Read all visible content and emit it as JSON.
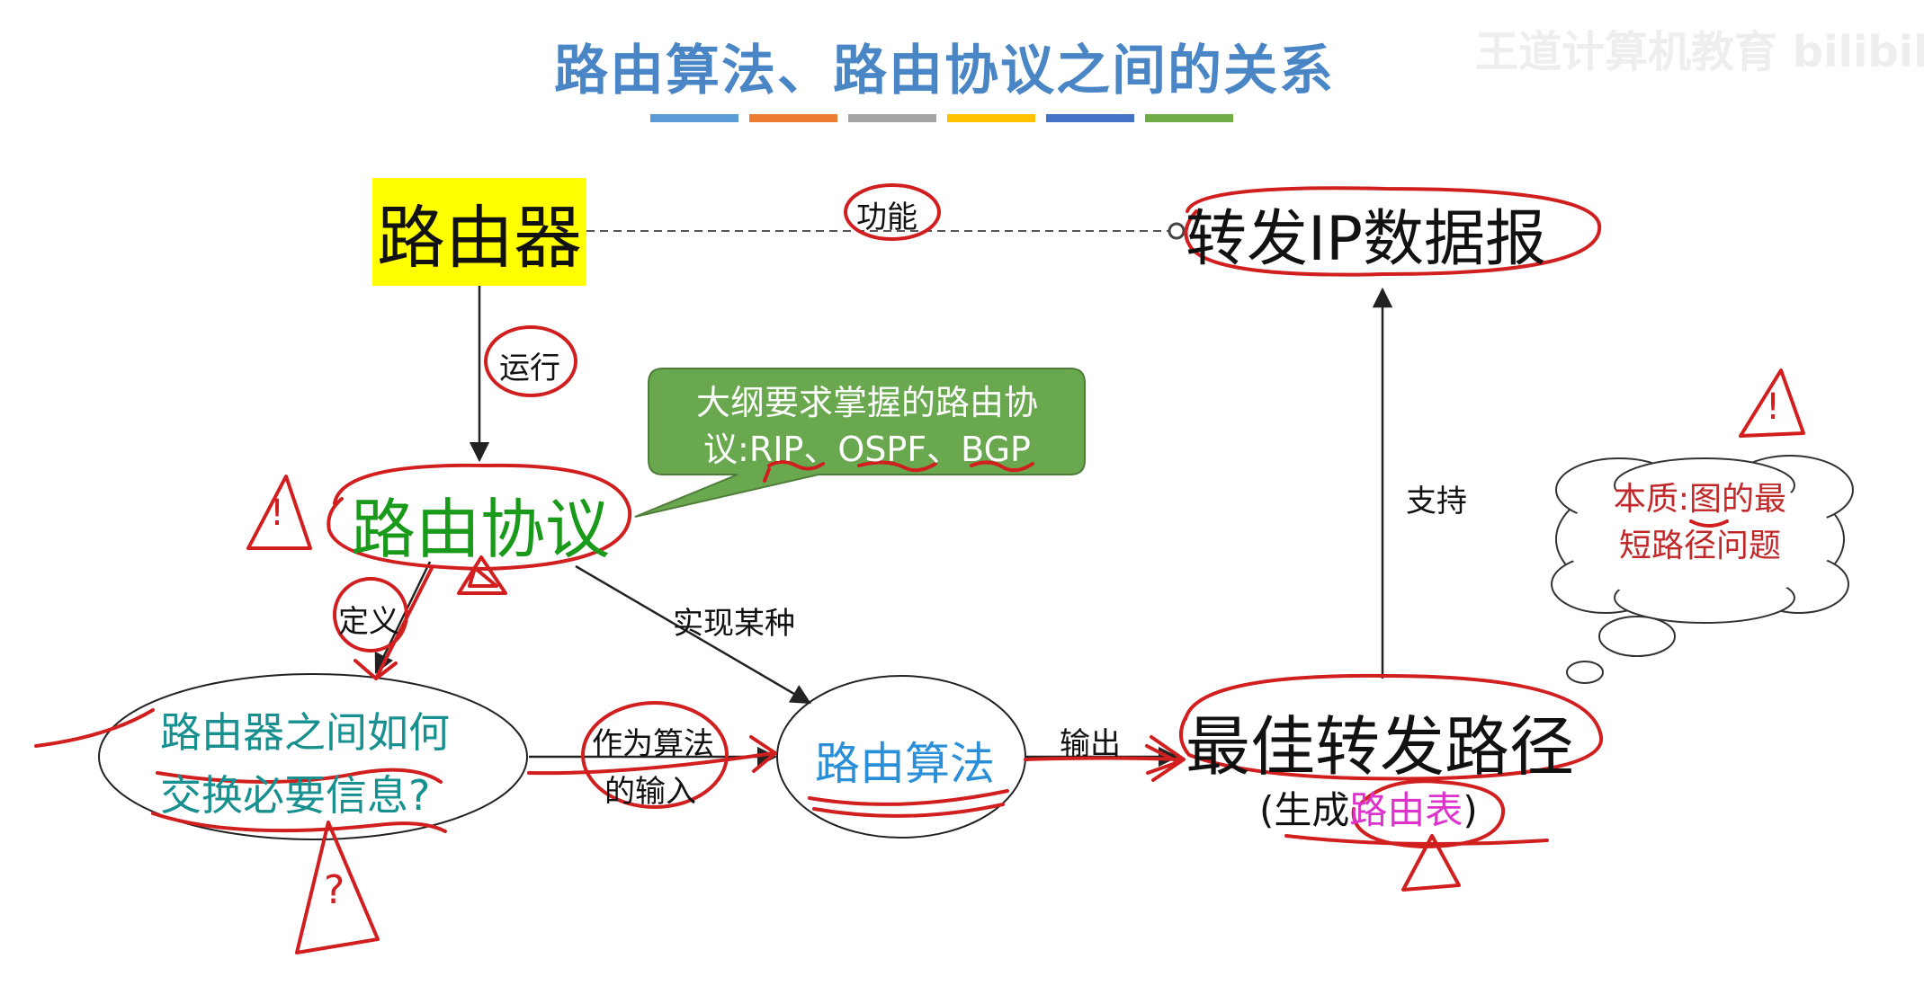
{
  "title": "路由算法、路由协议之间的关系",
  "watermark": "王道计算机教育 bilibili",
  "title_bar_colors": [
    "#5b9bd5",
    "#ed7d31",
    "#a5a5a5",
    "#ffc000",
    "#4472c4",
    "#70ad47"
  ],
  "nodes": {
    "router": "路由器",
    "forward": "转发IP数据报",
    "protocol": "路由协议",
    "exchange_line1": "路由器之间如何",
    "exchange_line2": "交换必要信息?",
    "algorithm": "路由算法",
    "best_path": "最佳转发路径",
    "best_path_sub_prefix": "(生成",
    "best_path_sub_highlight": "路由表",
    "best_path_sub_suffix": ")"
  },
  "edges": {
    "function": "功能",
    "run": "运行",
    "define": "定义",
    "implement": "实现某种",
    "as_input_line1": "作为算法",
    "as_input_line2": "的输入",
    "output": "输出",
    "support": "支持"
  },
  "callout": {
    "line1": "大纲要求掌握的路由协",
    "line2": "议:RIP、OSPF、BGP"
  },
  "cloud": {
    "line1": "本质:图的最",
    "line2": "短路径问题"
  },
  "annotations": {
    "exclaim": "!",
    "question": "?"
  },
  "colors": {
    "title": "#4a86c5",
    "router_fill": "#ffff00",
    "protocol_text": "#1a9a1a",
    "algorithm_text": "#2a8fd6",
    "exchange_text": "#17908f",
    "callout_fill": "#6aa84f",
    "annotation_red": "#d11f1f",
    "highlight_pink": "#dd33cc"
  }
}
